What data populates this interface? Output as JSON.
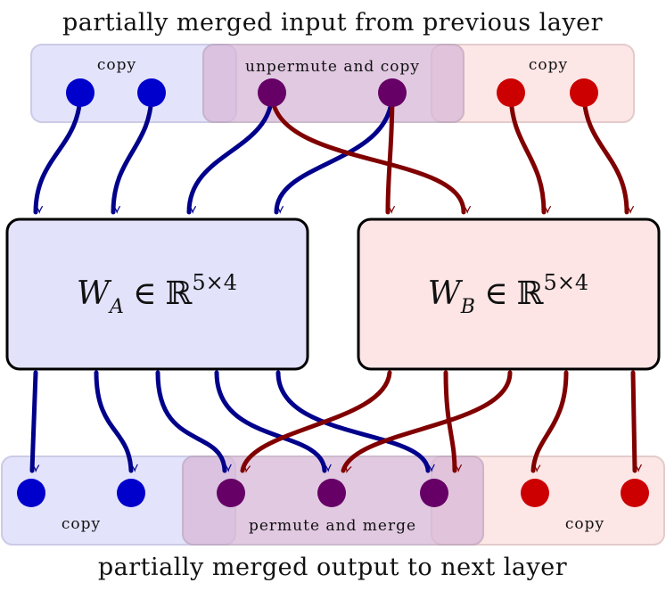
{
  "title_top": "partially merged input from previous layer",
  "title_bottom": "partially merged output to next layer",
  "input_groups": {
    "left": "copy",
    "middle": "unpermute and copy",
    "right": "copy"
  },
  "output_groups": {
    "left": "copy",
    "middle": "permute and merge",
    "right": "copy"
  },
  "block_a": {
    "var": "W",
    "sub": "A",
    "in": "∈",
    "set": "ℝ",
    "dims": "5×4"
  },
  "block_b": {
    "var": "W",
    "sub": "B",
    "in": "∈",
    "set": "ℝ",
    "dims": "5×4"
  },
  "colors": {
    "model_a": "#00008b",
    "model_a_node": "#0000cc",
    "model_b": "#800000",
    "model_b_node": "#cc0000",
    "merged_node": "#660066",
    "model_a_fill": "#e2e2fb",
    "model_b_fill": "#fde5e5",
    "merged_fill": "#e3c7e3"
  }
}
